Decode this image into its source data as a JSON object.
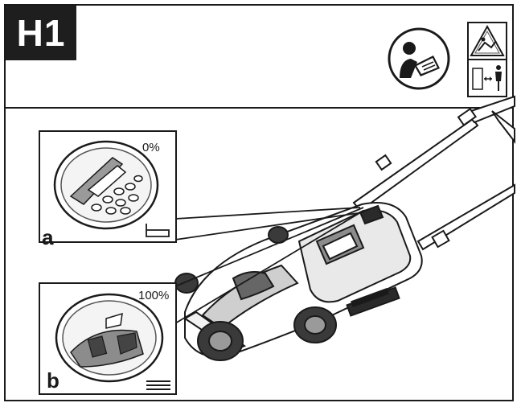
{
  "header": {
    "step": "H1",
    "icons": [
      "read-manual-icon",
      "warning-bystander-icon"
    ]
  },
  "detail_a": {
    "letter": "a",
    "level": "0%"
  },
  "detail_b": {
    "letter": "b",
    "level": "100%"
  },
  "colors": {
    "ink": "#1a1a1a",
    "badge": "#1e1e1e",
    "grey": "#8c8c8c"
  }
}
